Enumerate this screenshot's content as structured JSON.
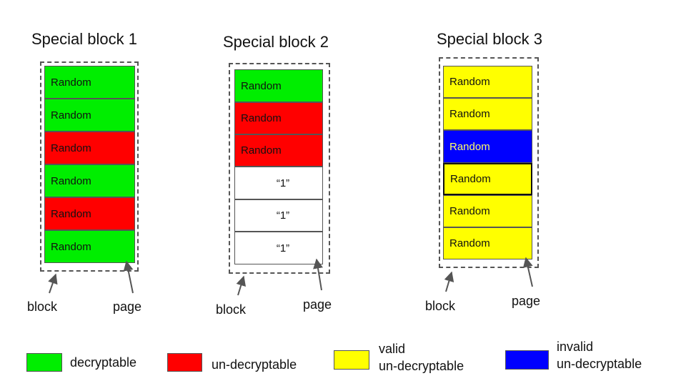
{
  "colors": {
    "decryptable": "#00ee00",
    "undecryptable": "#ff0000",
    "valid": "#ffff00",
    "invalid": "#0000ff",
    "empty": "#ffffff"
  },
  "blocks": [
    {
      "title": "Special block 1",
      "pages": [
        {
          "text": "Random",
          "state": "decryptable"
        },
        {
          "text": "Random",
          "state": "decryptable"
        },
        {
          "text": "Random",
          "state": "undecryptable"
        },
        {
          "text": "Random",
          "state": "decryptable"
        },
        {
          "text": "Random",
          "state": "undecryptable"
        },
        {
          "text": "Random",
          "state": "decryptable"
        }
      ],
      "block_label": "block",
      "page_label": "page"
    },
    {
      "title": "Special block 2",
      "pages": [
        {
          "text": "Random",
          "state": "decryptable"
        },
        {
          "text": "Random",
          "state": "undecryptable"
        },
        {
          "text": "Random",
          "state": "undecryptable"
        },
        {
          "text": "“1”",
          "state": "empty"
        },
        {
          "text": "“1”",
          "state": "empty"
        },
        {
          "text": "“1”",
          "state": "empty"
        }
      ],
      "block_label": "block",
      "page_label": "page"
    },
    {
      "title": "Special block 3",
      "pages": [
        {
          "text": "Random",
          "state": "valid"
        },
        {
          "text": "Random",
          "state": "valid"
        },
        {
          "text": "Random",
          "state": "invalid"
        },
        {
          "text": "Random",
          "state": "valid"
        },
        {
          "text": "Random",
          "state": "valid"
        },
        {
          "text": "Random",
          "state": "valid"
        }
      ],
      "block_label": "block",
      "page_label": "page"
    }
  ],
  "legend": [
    {
      "state": "decryptable",
      "line1": "decryptable",
      "line2": ""
    },
    {
      "state": "undecryptable",
      "line1": "un-decryptable",
      "line2": ""
    },
    {
      "state": "valid",
      "line1": "valid",
      "line2": "un-decryptable"
    },
    {
      "state": "invalid",
      "line1": "invalid",
      "line2": "un-decryptable"
    }
  ]
}
